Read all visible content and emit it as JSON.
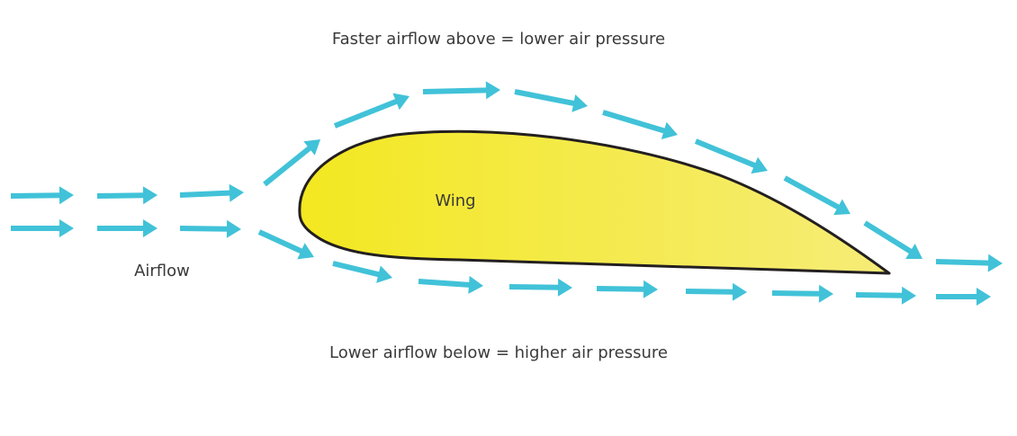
{
  "labels": {
    "top": "Faster airflow above = lower air pressure",
    "bottom": "Lower airflow below = higher air pressure",
    "wing": "Wing",
    "airflow": "Airflow"
  },
  "colors": {
    "arrow": "#41c2d8",
    "wing_fill_start": "#f3e820",
    "wing_fill_end": "#f6ec78",
    "wing_outline": "#231f20",
    "text": "#3a3a3a"
  }
}
